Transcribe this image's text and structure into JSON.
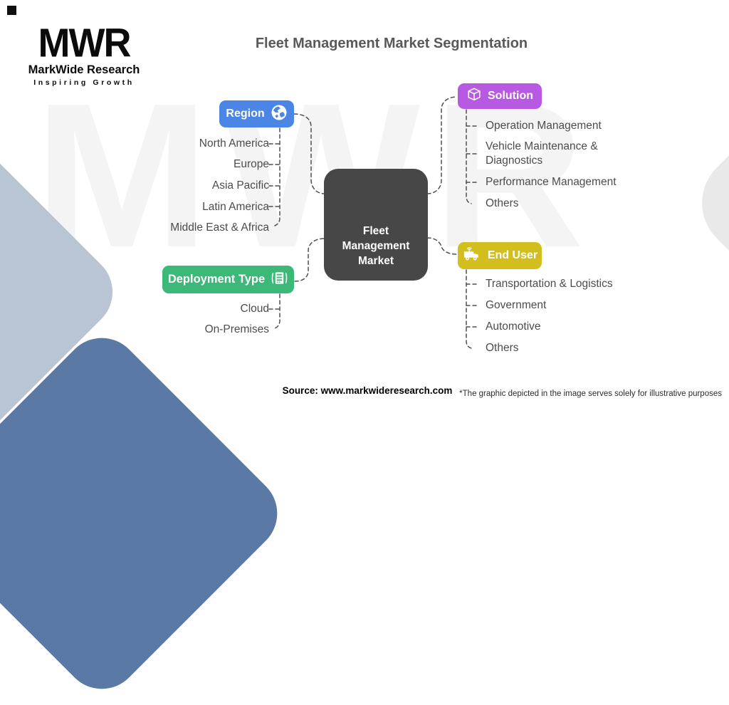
{
  "logo": {
    "acronym": "MWR",
    "name": "MarkWide Research",
    "tagline": "Inspiring Growth"
  },
  "title": "Fleet Management Market Segmentation",
  "watermark": "MWR",
  "center": {
    "lines": {
      "0": "Fleet",
      "1": "Management",
      "2": "Market"
    }
  },
  "branches": {
    "region": {
      "label": "Region",
      "icon": "globe-icon",
      "color": "#4b86e6",
      "items": [
        "North America",
        "Europe",
        "Asia Pacific",
        "Latin America",
        "Middle East & Africa"
      ]
    },
    "solution": {
      "label": "Solution",
      "icon": "cube-icon",
      "color": "#b859e2",
      "items": [
        "Operation Management",
        "Vehicle Maintenance & Diagnostics",
        "Performance Management",
        "Others"
      ]
    },
    "deployment": {
      "label": "Deployment Type",
      "icon": "server-icon",
      "color": "#3cb878",
      "items": [
        "Cloud",
        "On-Premises"
      ]
    },
    "end_user": {
      "label": "End User",
      "icon": "connected-van-icon",
      "color": "#d2bf1e",
      "items": [
        "Transportation & Logistics",
        "Government",
        "Automotive",
        "Others"
      ]
    }
  },
  "colors": {
    "center_node": "#474747",
    "item_text": "#4c4c4c",
    "title_text": "#58595b",
    "shape_light": "#b9c4d4",
    "shape_dark": "#5b79a5",
    "shape_right": "#e9e9e9"
  },
  "footer": {
    "source": "Source: www.markwideresearch.com",
    "disclaimer": "*The graphic depicted in the image serves solely for illustrative purposes"
  }
}
